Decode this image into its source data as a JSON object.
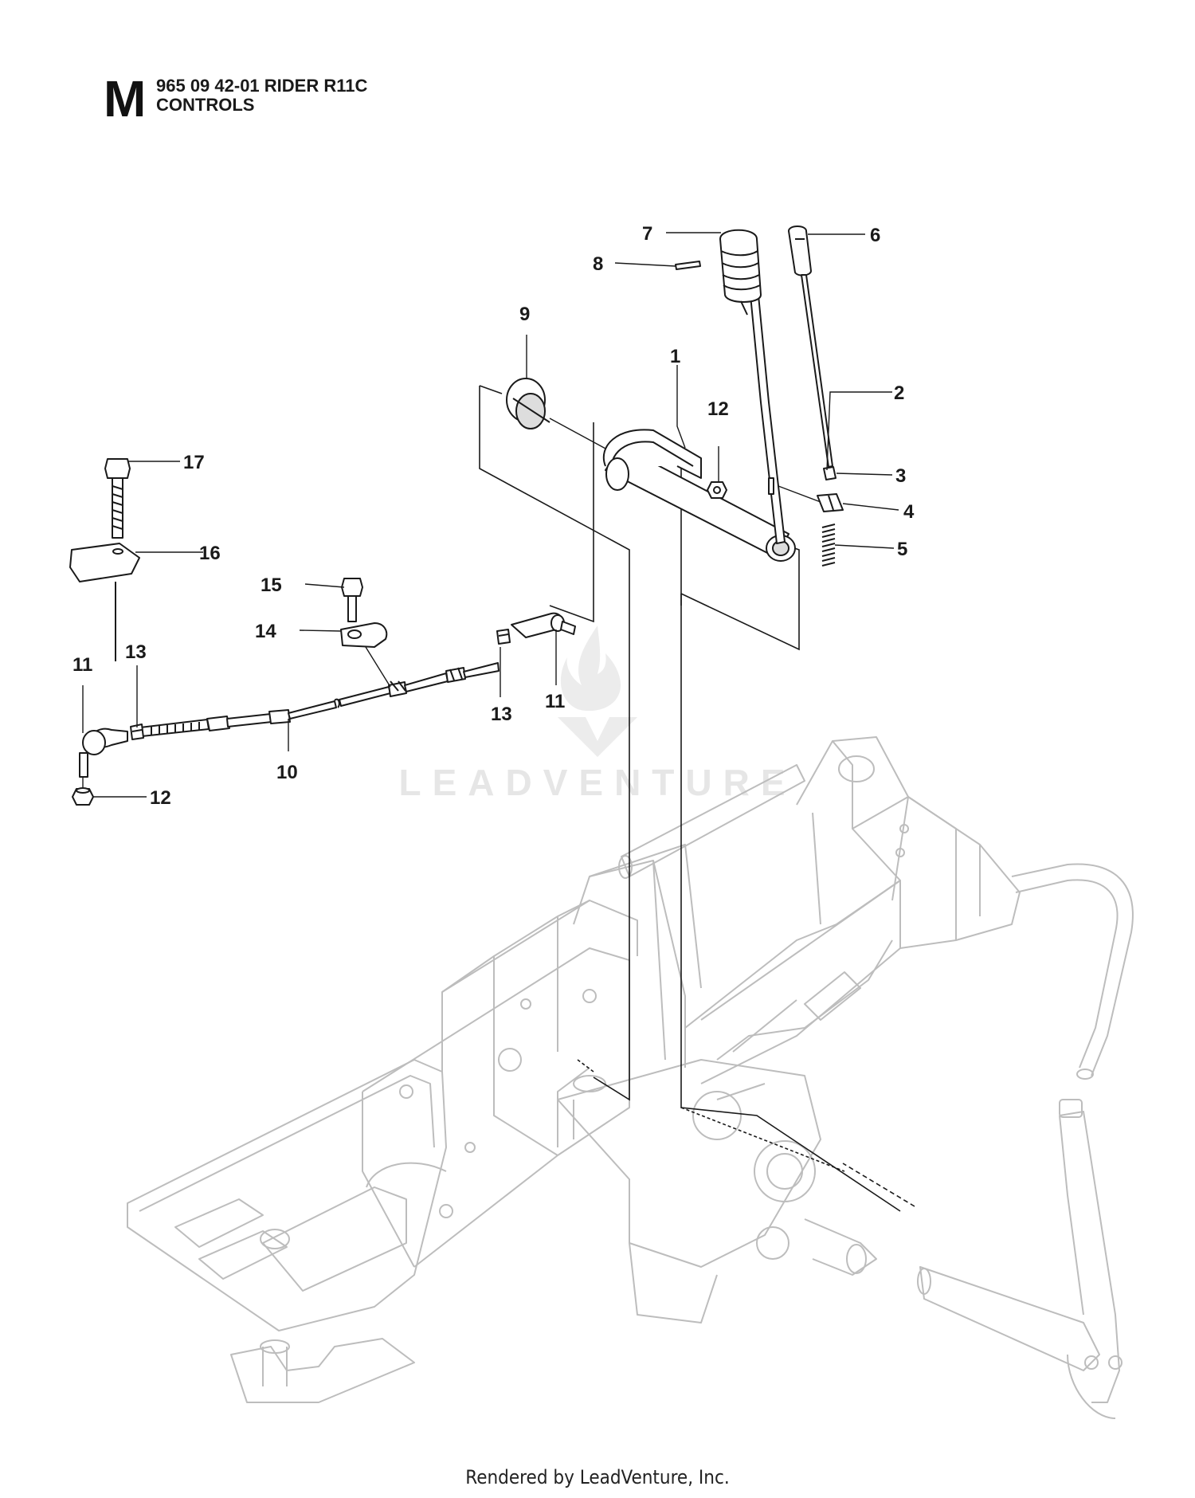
{
  "header": {
    "section": "M",
    "model_line": "965 09 42-01 RIDER R11C",
    "title_line": "CONTROLS"
  },
  "watermark": {
    "text": "LEADVENTURE"
  },
  "footer": {
    "text": "Rendered by LeadVenture, Inc."
  },
  "callouts": [
    "7",
    "6",
    "8",
    "9",
    "1",
    "2",
    "12",
    "3",
    "4",
    "5",
    "17",
    "16",
    "15",
    "14",
    "13",
    "11",
    "11",
    "13",
    "10",
    "12"
  ],
  "colors": {
    "line": "#1a1a1a",
    "frame": "#bdbdbd",
    "watermark": "#e6e6e6"
  }
}
